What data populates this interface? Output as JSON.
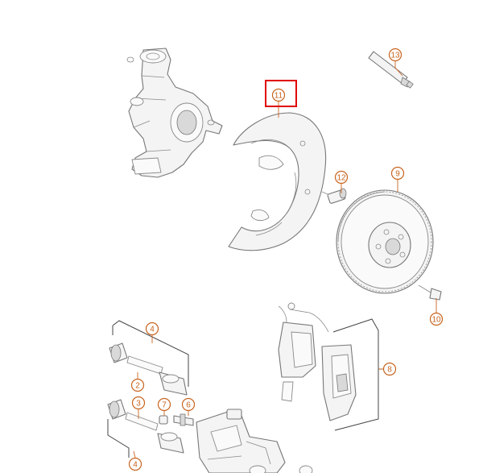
{
  "callouts": {
    "c2": "2",
    "c3": "3",
    "c4a": "4",
    "c4b": "4",
    "c6": "6",
    "c7": "7",
    "c8": "8",
    "c9": "9",
    "c10": "10",
    "c11": "11",
    "c12": "12",
    "c13": "13"
  },
  "highlighted_callout": "11",
  "colors": {
    "callout": "#c8641e",
    "highlight": "#e00000",
    "line": "#777777"
  }
}
